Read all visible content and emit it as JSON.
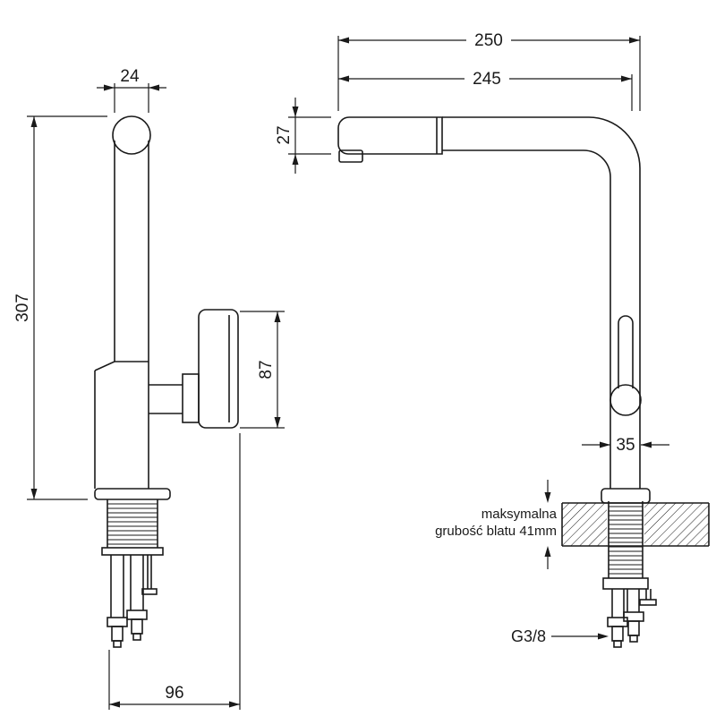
{
  "palette": {
    "background": "#ffffff",
    "line_color": "#1a1a1a"
  },
  "front_view": {
    "dim_spout_width": "24",
    "dim_total_height": "307",
    "dim_handle_length": "87",
    "dim_base_depth": "96"
  },
  "side_view": {
    "dim_total_reach": "250",
    "dim_spout_reach": "245",
    "dim_spout_height": "27",
    "dim_body_diameter": "35",
    "counter_note_line1": "maksymalna",
    "counter_note_line2": "grubość blatu 41mm",
    "hose_thread_label": "G3/8"
  }
}
